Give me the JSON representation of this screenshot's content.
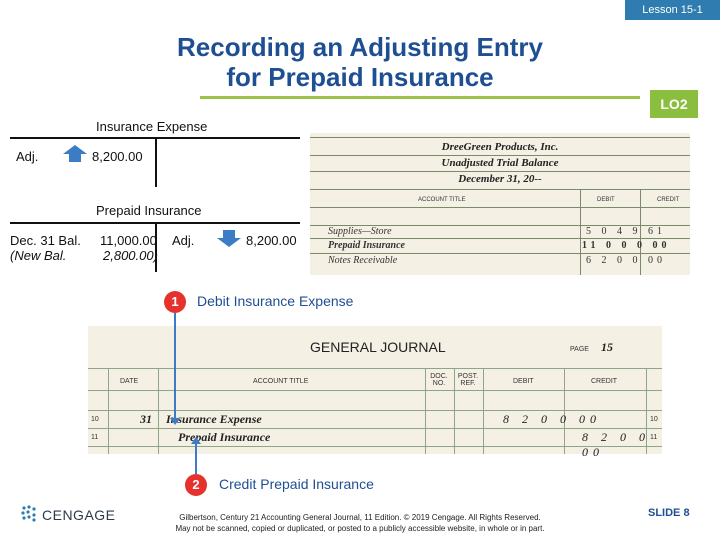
{
  "header": {
    "lesson": "Lesson 15-1",
    "title_line1": "Recording an Adjusting Entry",
    "title_line2": "for Prepaid Insurance",
    "lo_badge": "LO2"
  },
  "t_accounts": {
    "insurance_expense": {
      "title": "Insurance Expense",
      "debit_label": "Adj.",
      "debit_amount": "8,200.00"
    },
    "prepaid_insurance": {
      "title": "Prepaid Insurance",
      "debit_row1_label": "Dec. 31 Bal.",
      "debit_row1_amount": "11,000.00",
      "debit_row2_label": "(New Bal.",
      "debit_row2_amount": "2,800.00)",
      "credit_label": "Adj.",
      "credit_amount": "8,200.00"
    }
  },
  "trial_balance": {
    "company": "DreeGreen Products, Inc.",
    "report": "Unadjusted Trial Balance",
    "date": "December 31, 20--",
    "col_title": "ACCOUNT TITLE",
    "col_debit": "DEBIT",
    "col_credit": "CREDIT",
    "rows": [
      {
        "title": "Supplies—Store",
        "debit": "5 0 4 9 61"
      },
      {
        "title": "Prepaid Insurance",
        "debit": "11 0 0 0 00"
      },
      {
        "title": "Notes Receivable",
        "debit": "6 2 0 0 00"
      }
    ]
  },
  "steps": {
    "step1_num": "1",
    "step1_text": "Debit Insurance Expense",
    "step2_num": "2",
    "step2_text": "Credit Prepaid Insurance"
  },
  "journal": {
    "title": "GENERAL JOURNAL",
    "page_label": "PAGE",
    "page_num": "15",
    "col_date": "DATE",
    "col_title": "ACCOUNT TITLE",
    "col_doc": "DOC. NO.",
    "col_post": "POST. REF.",
    "col_debit": "DEBIT",
    "col_credit": "CREDIT",
    "row10_num": "10",
    "row10_day": "31",
    "row10_title": "Insurance Expense",
    "row10_debit": "8 2 0 0 00",
    "row11_num": "11",
    "row11_title": "Prepaid Insurance",
    "row11_credit": "8 2 0 0 00"
  },
  "footer": {
    "logo_text": "CENGAGE",
    "copyright_line1": "Gilbertson, Century 21 Accounting General Journal, 11 Edition. © 2019 Cengage. All Rights Reserved.",
    "copyright_line2": "May not be scanned, copied or duplicated, or posted to a publicly accessible website, in whole or in part.",
    "slide": "SLIDE 8"
  },
  "colors": {
    "title_blue": "#1e4f93",
    "accent_green": "#8bbd3f",
    "arrow_blue": "#3c7cc4",
    "step_red": "#e5322d"
  }
}
